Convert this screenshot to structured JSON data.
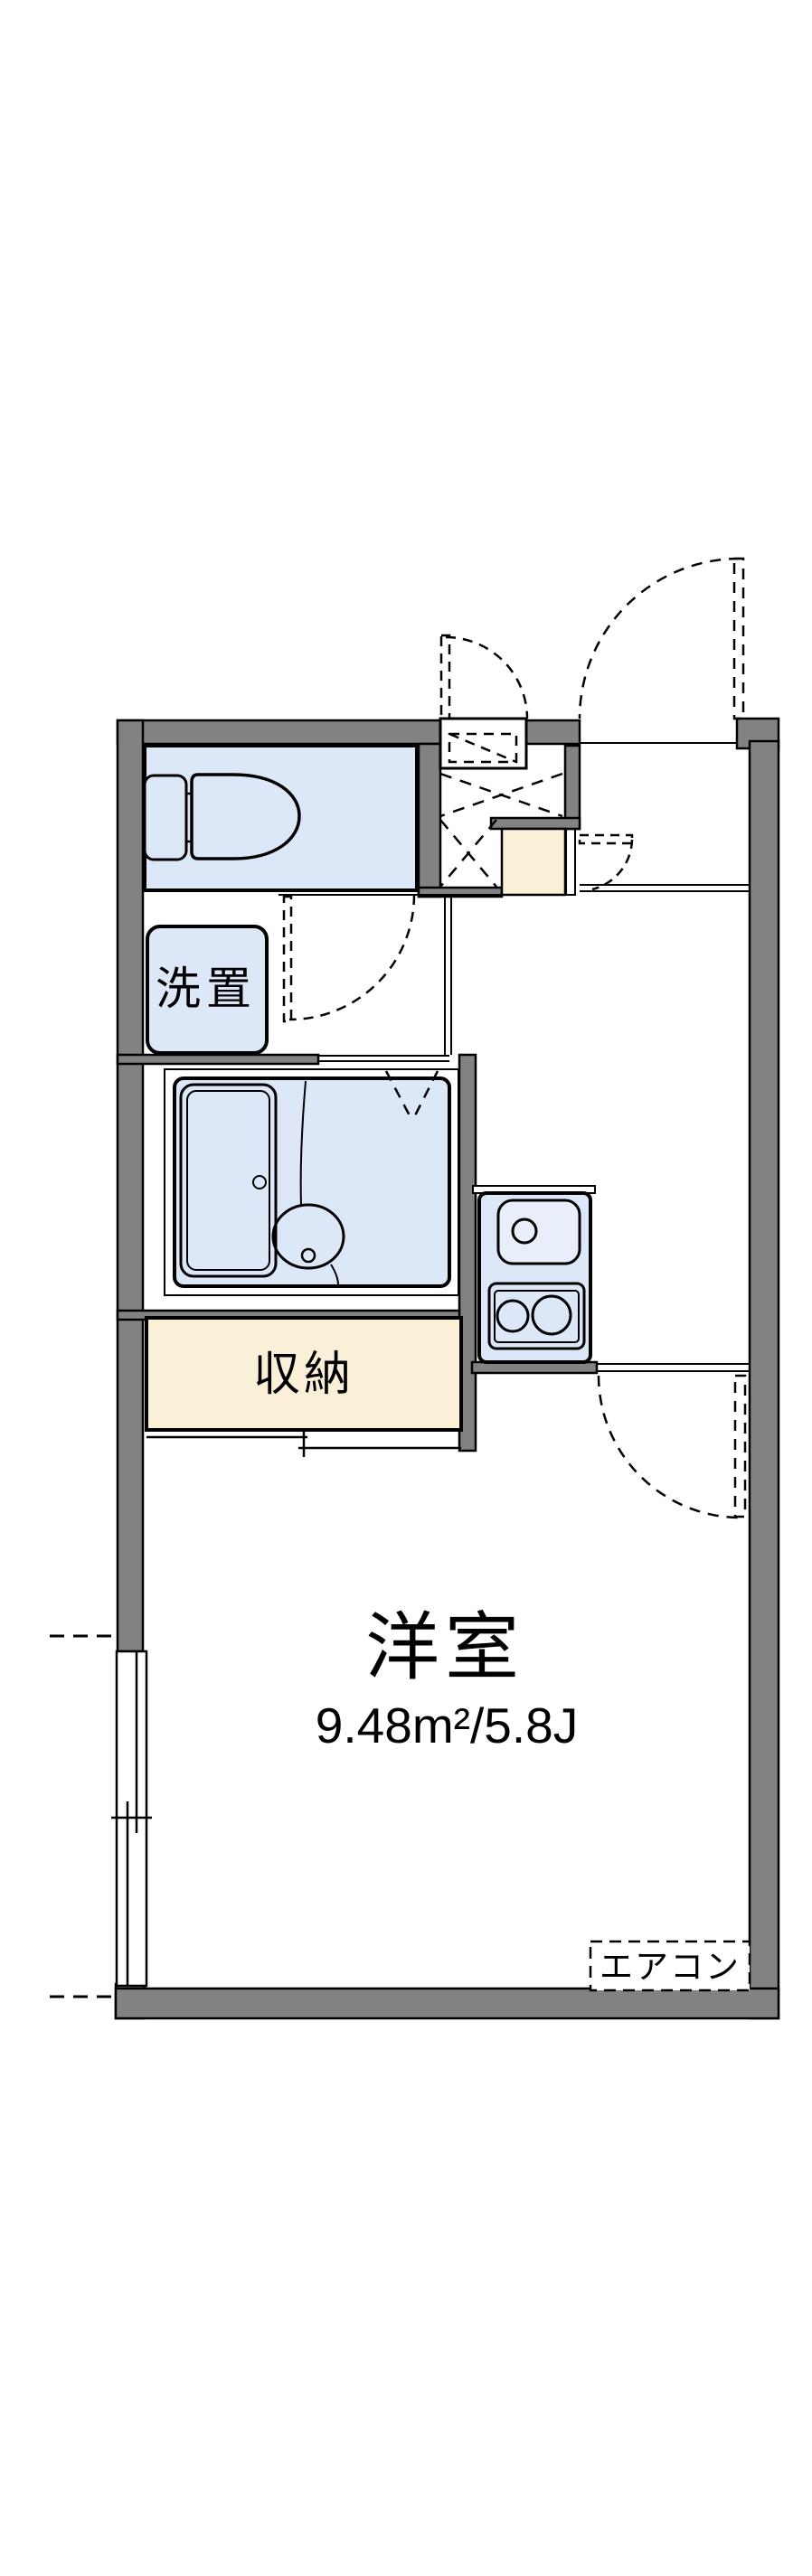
{
  "labels": {
    "washer": "洗置",
    "storage": "収納",
    "room_name": "洋室",
    "room_area": "9.48m²/5.8J",
    "aircon": "エアコン"
  },
  "colors": {
    "wall": "#828282",
    "room_fill": "#dce8f7",
    "sink_fill": "#e8effa",
    "entry_fill": "#faf0d7",
    "background": "#ffffff",
    "line": "#000000"
  }
}
